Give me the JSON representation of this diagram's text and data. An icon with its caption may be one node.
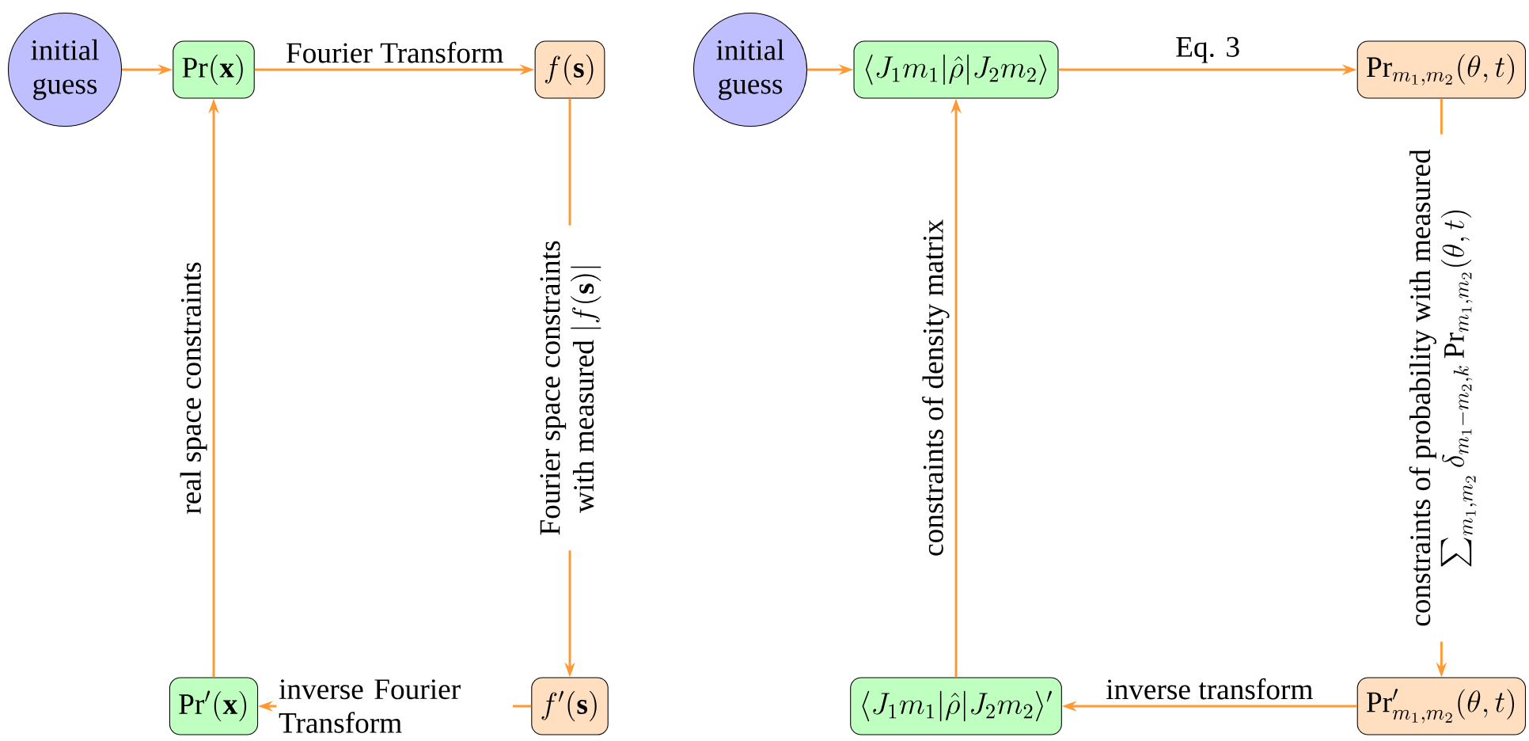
{
  "diagram": {
    "nodes": [
      {
        "text": [
          "initial guess"
        ]
      },
      {
        "text": [
          "\\Pr(\\mathbf{x})"
        ]
      },
      {
        "text": [
          "f(\\mathbf{s})"
        ]
      },
      {
        "text": [
          "\\Pr'(\\mathbf{x})"
        ]
      },
      {
        "text": [
          "f'(\\mathbf{s})"
        ]
      },
      {
        "text": [
          "initial guess"
        ]
      },
      {
        "text": [
          "\\langle J_1 m_1|\\hat{\\rho}|J_2 m_2\\rangle"
        ]
      },
      {
        "text": [
          "\\Pr_{m_1,m_2}(\\theta,t)"
        ]
      },
      {
        "text": [
          "\\langle J_1 m_1|\\hat{\\rho}|J_2 m_2\\rangle'"
        ]
      },
      {
        "text": [
          "\\Pr'_{m_1,m_2}(\\theta,t)"
        ]
      }
    ],
    "edges": [
      {
        "from": 0,
        "to": 1,
        "arrow": "to"
      },
      {
        "from": 1,
        "to": 2,
        "arrow": "to",
        "label": "Fourier Transform"
      },
      {
        "from": 2,
        "to": 4,
        "arrow": "to",
        "label": "\\begin{array}{c}\\text{Fourier space constraints}\\\\ \\text{with measured }|f(\\mathbf{s})|\\end{array}"
      },
      {
        "from": 4,
        "to": 3,
        "arrow": "to",
        "label": "inverse Fourier Transform"
      },
      {
        "from": 3,
        "to": 1,
        "arrow": "to",
        "label": "real space constraints"
      },
      {
        "from": 5,
        "to": 6,
        "arrow": "to"
      },
      {
        "from": 6,
        "to": 7,
        "arrow": "to",
        "label": "Eq. 3"
      },
      {
        "from": 7,
        "to": 9,
        "arrow": "to",
        "label": "\\begin{array}{c}\\text{constraints of probability with measured}\\\\ \\sum_{m_1,m_2}\\delta_{m_1-m_2,k}\\Pr_{m_1,m_2}(\\theta,t)\\end{array}"
      },
      {
        "from": 9,
        "to": 8,
        "arrow": "to",
        "label": "inverse transform"
      },
      {
        "from": 8,
        "to": 6,
        "arrow": "to",
        "label": "constraints of density matrix"
      }
    ]
  }
}
